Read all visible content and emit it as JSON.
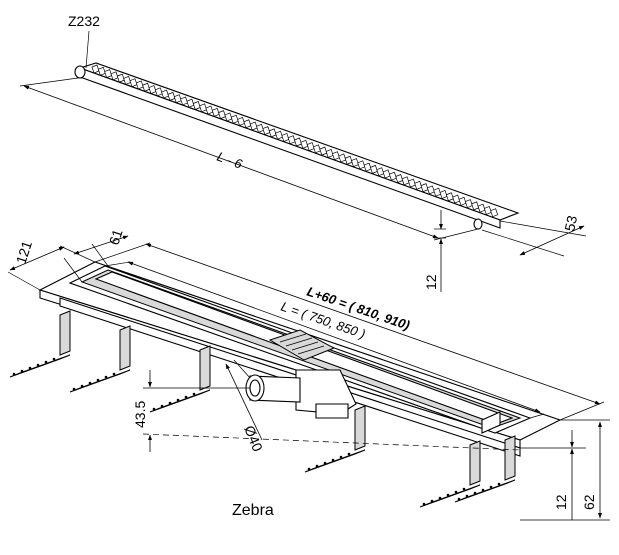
{
  "labels": {
    "part_code": "Z232",
    "grate_length": "L - 6",
    "grate_width": "53",
    "grate_height": "12",
    "frame_width": "121",
    "channel_width": "61",
    "length_total": "L+60 = ( 810, 910)",
    "length_nominal": "L = ( 750, 850 )",
    "outlet_height": "43.5",
    "outlet_diameter": "Ø40",
    "flange_height": "12",
    "total_height": "62",
    "model_name": "Zebra"
  }
}
